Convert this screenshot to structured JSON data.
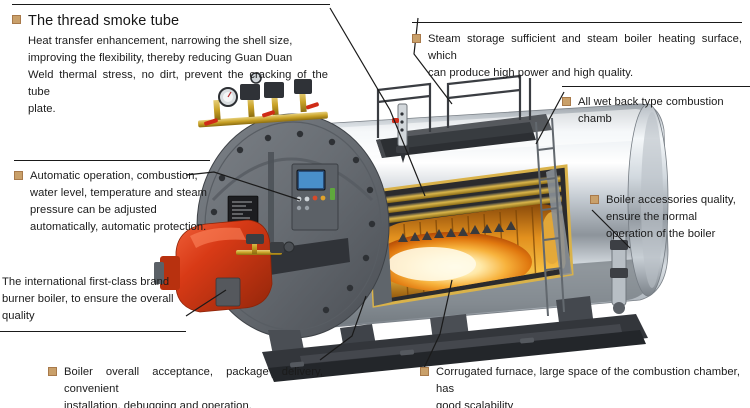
{
  "diagram": {
    "subject": "industrial steam boiler cutaway",
    "bullet_color": "#c9a06a",
    "leader_color": "#1a1a1a"
  },
  "callouts": [
    {
      "id": "thread-smoke-tube",
      "title": "The thread smoke tube",
      "body": "Heat transfer enhancement, narrowing the shell size, improving the flexibility, thereby reducing Guan Duan Weld thermal stress, no dirt, prevent the cracking of the tube plate.",
      "lines": [
        "Heat transfer enhancement, narrowing the shell size,",
        "improving the flexibility, thereby reducing Guan Duan",
        "Weld thermal stress, no dirt, prevent the cracking of the tube",
        "plate."
      ],
      "has_bullet": true,
      "rule": "top"
    },
    {
      "id": "steam-storage",
      "title": "",
      "body": "Steam storage sufficient and steam boiler heating surface, which can produce high power and high quality.",
      "lines": [
        "Steam storage sufficient and steam boiler heating surface, which",
        "can produce high power and high quality."
      ],
      "has_bullet": true,
      "rule": "top"
    },
    {
      "id": "wet-back-chamber",
      "title": "",
      "body": "All wet back type combustion chamb",
      "lines": [
        "All wet back type combustion chamb"
      ],
      "has_bullet": true,
      "rule": "top"
    },
    {
      "id": "boiler-accessories",
      "title": "",
      "body": "Boiler accessories quality, ensure the normal operation of the boiler",
      "lines": [
        "Boiler accessories quality,",
        "ensure       the        normal",
        "operation of the boiler"
      ],
      "has_bullet": true,
      "rule": "none"
    },
    {
      "id": "automatic-operation",
      "title": "",
      "body": "Automatic operation, combustion, water level, temperature and steam pressure can be adjusted automatically, automatic protection.",
      "lines": [
        "Automatic operation, combustion,",
        "water level, temperature and steam",
        "pressure      can      be      adjusted",
        "automatically, automatic protection."
      ],
      "has_bullet": true,
      "rule": "top"
    },
    {
      "id": "burner-brand",
      "title": "",
      "body": "The international first-class brand burner boiler, to ensure the overall quality",
      "lines": [
        "The  international  first-class  brand",
        "burner  boiler,  to  ensure  the  overall",
        "quality"
      ],
      "has_bullet": false,
      "rule": "bottom"
    },
    {
      "id": "overall-acceptance",
      "title": "",
      "body": "Boiler overall acceptance, package delivery, convenient installation, debugging and operation.",
      "lines": [
        "Boiler overall acceptance, package delivery, convenient",
        "installation, debugging and operation."
      ],
      "has_bullet": true,
      "rule": "bottom"
    },
    {
      "id": "corrugated-furnace",
      "title": "",
      "body": "Corrugated furnace, large space of the combustion chamber, has good scalability",
      "lines": [
        "Corrugated furnace, large space of the combustion chamber, has",
        "good scalability"
      ],
      "has_bullet": true,
      "rule": "bottom"
    }
  ],
  "machine_parts": {
    "front_head": "front tube-sheet head",
    "burner": "oil/gas burner",
    "control_panel": "control panel with display",
    "valve_manifold": "brass valve manifold",
    "pressure_gauge": "pressure gauge",
    "walkway": "top service walkway",
    "handrail": "safety handrail",
    "shell": "polished steel pressure shell",
    "furnace": "corrugated furnace",
    "flame": "combustion flame",
    "smoke_tubes": "thread smoke tubes",
    "base_frame": "steel base frame",
    "nameplate": "nameplate"
  },
  "palette": {
    "head_gray": "#6e7378",
    "head_gray_dark": "#4c5055",
    "shell_silver": "#cfd4d8",
    "shell_highlight": "#f2f5f7",
    "burner_red": "#d83a16",
    "burner_red_dark": "#9c2709",
    "brass": "#c9a227",
    "flame_core": "#fff4cf",
    "flame_mid": "#f5a623",
    "flame_edge": "#c4560c",
    "frame_dark": "#2f3136",
    "tube_gold": "#c9a227"
  }
}
